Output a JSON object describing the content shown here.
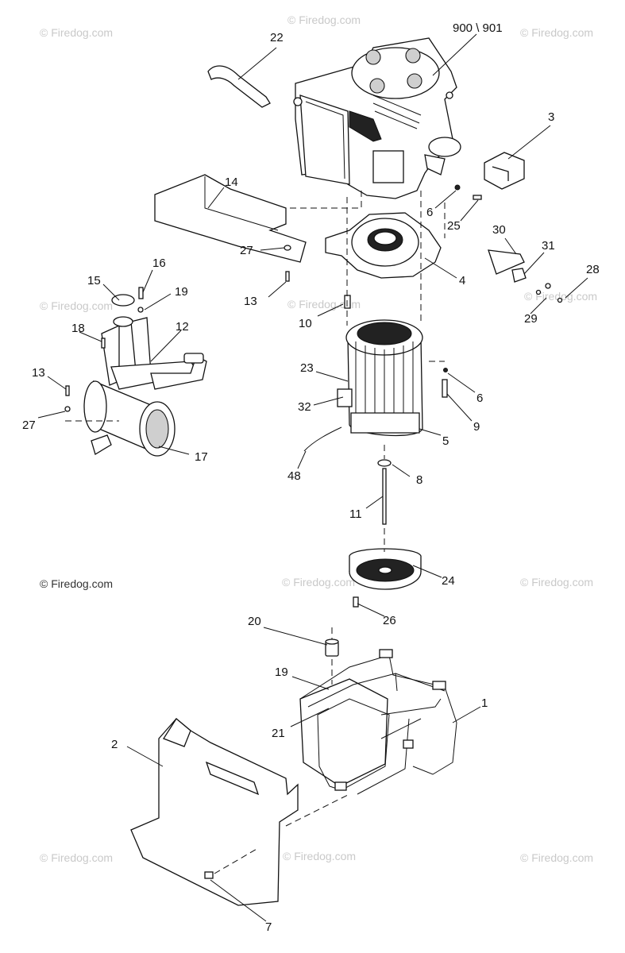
{
  "watermarks": [
    "© Firedog.com",
    "© Firedog.com",
    "© Firedog.com",
    "© Firedog.com",
    "© Firedog.com",
    "© Firedog.com",
    "© Firedog.com",
    "© Firedog.com",
    "© Firedog.com",
    "© Firedog.com",
    "© Firedog.com",
    "© Firedog.com"
  ],
  "callouts": {
    "engine": "900 \\ 901",
    "p1": "1",
    "p2": "2",
    "p3": "3",
    "p4": "4",
    "p5": "5",
    "p6a": "6",
    "p6b": "6",
    "p7": "7",
    "p8": "8",
    "p9": "9",
    "p10": "10",
    "p11": "11",
    "p12": "12",
    "p13a": "13",
    "p13b": "13",
    "p14": "14",
    "p15": "15",
    "p16": "16",
    "p17": "17",
    "p18": "18",
    "p19a": "19",
    "p19b": "19",
    "p20": "20",
    "p21": "21",
    "p22": "22",
    "p23": "23",
    "p24": "24",
    "p25": "25",
    "p26": "26",
    "p27a": "27",
    "p27b": "27",
    "p28": "28",
    "p29": "29",
    "p30": "30",
    "p31": "31",
    "p32": "32",
    "p48": "48"
  }
}
